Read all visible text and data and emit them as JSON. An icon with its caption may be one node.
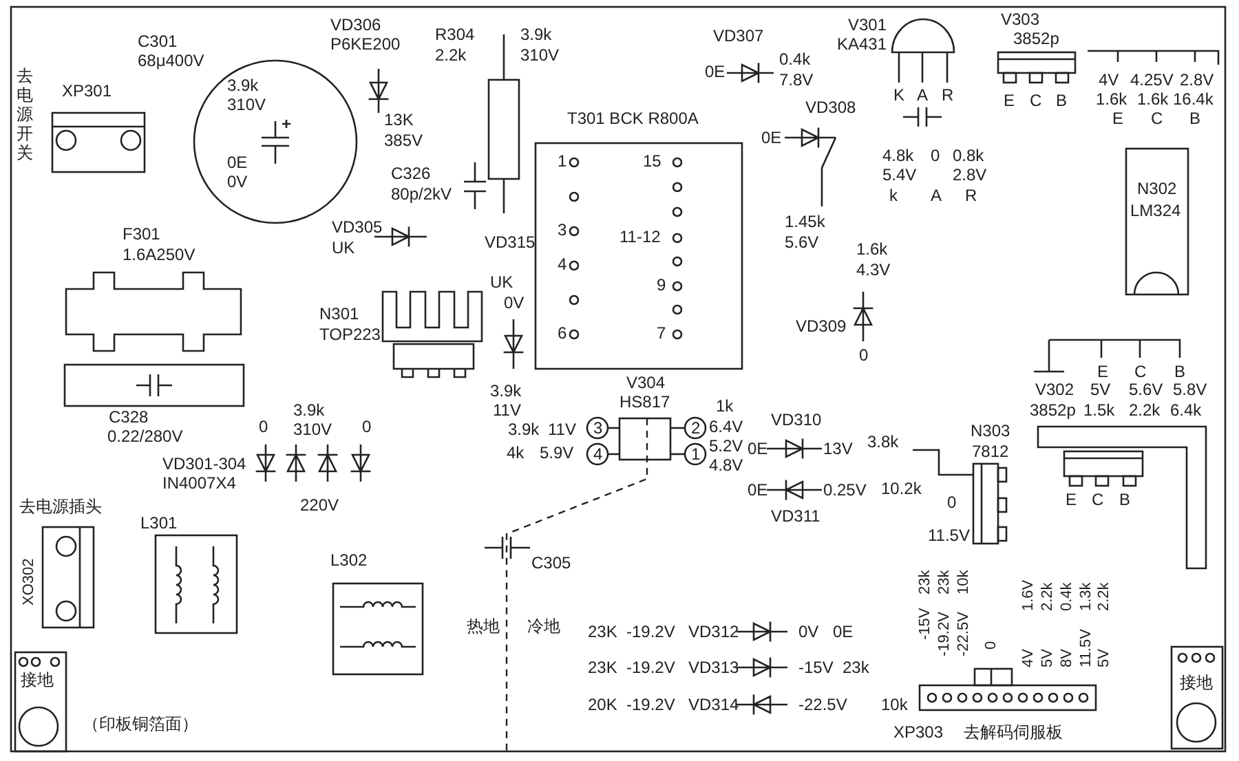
{
  "diagram": {
    "nodes": [
      {
        "text": [
          "XP301"
        ],
        "beside": [
          "去电源开关"
        ]
      },
      {
        "text": [
          "C301",
          "68μ400V",
          "3.9k",
          "310V",
          "0E",
          "0V"
        ]
      },
      {
        "text": [
          "F301",
          "1.6A250V"
        ]
      },
      {
        "text": [
          "C328",
          "0.22/280V"
        ]
      },
      {
        "text": [
          "N301",
          "TOP223"
        ]
      },
      {
        "text": [
          "R304",
          "2.2k"
        ]
      },
      {
        "text": [
          "T301 BCK R800A",
          "1",
          "3",
          "4",
          "6",
          "15",
          "11-12",
          "9",
          "7"
        ]
      },
      {
        "text": [
          "V301",
          "KA431",
          "K",
          "A",
          "R"
        ]
      },
      {
        "text": [
          "V303",
          "3852p",
          "E",
          "C",
          "B"
        ]
      },
      {
        "text": [
          "N302",
          "LM324"
        ]
      },
      {
        "text": [
          "E",
          "C",
          "B"
        ]
      },
      {
        "text": [
          "N303",
          "7812"
        ]
      },
      {
        "text": [
          "V304",
          "HS817"
        ]
      },
      {
        "text": [
          "3"
        ]
      },
      {
        "text": [
          "4"
        ]
      },
      {
        "text": [
          "2"
        ]
      },
      {
        "text": [
          "1"
        ]
      },
      {
        "text": [
          "XO302"
        ],
        "beside": [
          "去电源插头"
        ]
      },
      {
        "text": [
          "L301"
        ]
      },
      {
        "text": [
          "L302"
        ]
      },
      {
        "text": [
          "接地"
        ]
      },
      {
        "text": [
          "接地"
        ]
      },
      {
        "text": [
          "XP303"
        ],
        "beside": [
          "去解码伺服板"
        ]
      }
    ],
    "edges": [
      {
        "from": 13,
        "to": 12,
        "arrow": "none"
      },
      {
        "from": 14,
        "to": 12,
        "arrow": "none"
      },
      {
        "from": 15,
        "to": 12,
        "arrow": "none"
      },
      {
        "from": 16,
        "to": 12,
        "arrow": "none"
      }
    ],
    "labels": [
      "VD306",
      "P6KE200",
      "3.9k",
      "310V",
      "VD307",
      "0E",
      "0.4k",
      "7.8V",
      "VD308",
      "0E",
      "13K",
      "385V",
      "C326",
      "80p/2kV",
      "4.8k",
      "0",
      "0.8k",
      "5.4V",
      "2.8V",
      "k",
      "A",
      "R",
      "4V",
      "4.25V",
      "2.8V",
      "1.6k",
      "1.6k",
      "16.4k",
      "E",
      "C",
      "B",
      "1.45k",
      "5.6V",
      "VD305",
      "UK",
      "VD315",
      "1.6k",
      "4.3V",
      "UK",
      "0V",
      "VD309",
      "0",
      "E",
      "C",
      "B",
      "V302",
      "5V",
      "5.6V",
      "5.8V",
      "3852p",
      "1.5k",
      "2.2k",
      "6.4k",
      "3.9k",
      "11V",
      "1k",
      "3.9k",
      "11V",
      "6.4V",
      "VD310",
      "4k",
      "5.9V",
      "5.2V",
      "0E",
      "13V",
      "3.8k",
      "4.8V",
      "0E",
      "0.25V",
      "10.2k",
      "0",
      "VD311",
      "0",
      "3.9k",
      "310V",
      "0",
      "VD301-304",
      "IN4007X4",
      "220V",
      "11.5V",
      "C305",
      "23k",
      "23k",
      "10k",
      "1.6V",
      "2.2k",
      "0.4k",
      "1.3k",
      "2.2k",
      "热地",
      "冷地",
      "23K",
      "-19.2V",
      "VD312",
      "0V",
      "0E",
      "-15V",
      "-19.2V",
      "-22.5V",
      "0",
      "4V",
      "5V",
      "8V",
      "11.5V",
      "5V",
      "23K",
      "-19.2V",
      "VD313",
      "-15V",
      "23k",
      "20K",
      "-19.2V",
      "VD314",
      "-22.5V",
      "10k",
      "（印板铜箔面）"
    ]
  }
}
